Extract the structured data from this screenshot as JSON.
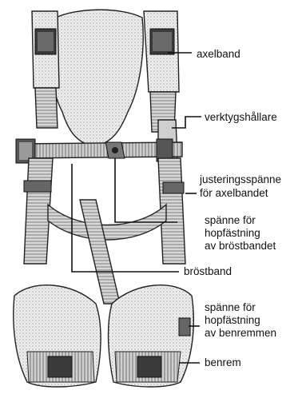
{
  "labels": {
    "axelband": "axelband",
    "verktygshallare": "verktygshållare",
    "justeringsspanne_1": "justeringsspänne",
    "justeringsspanne_2": "för axelbandet",
    "spanne_brost_1": "spänne för",
    "spanne_brost_2": "hopfästning",
    "spanne_brost_3": "av bröstbandet",
    "brostband": "bröstband",
    "spanne_ben_1": "spänne för",
    "spanne_ben_2": "hopfästning",
    "spanne_ben_3": "av benremmen",
    "benrem": "benrem"
  }
}
